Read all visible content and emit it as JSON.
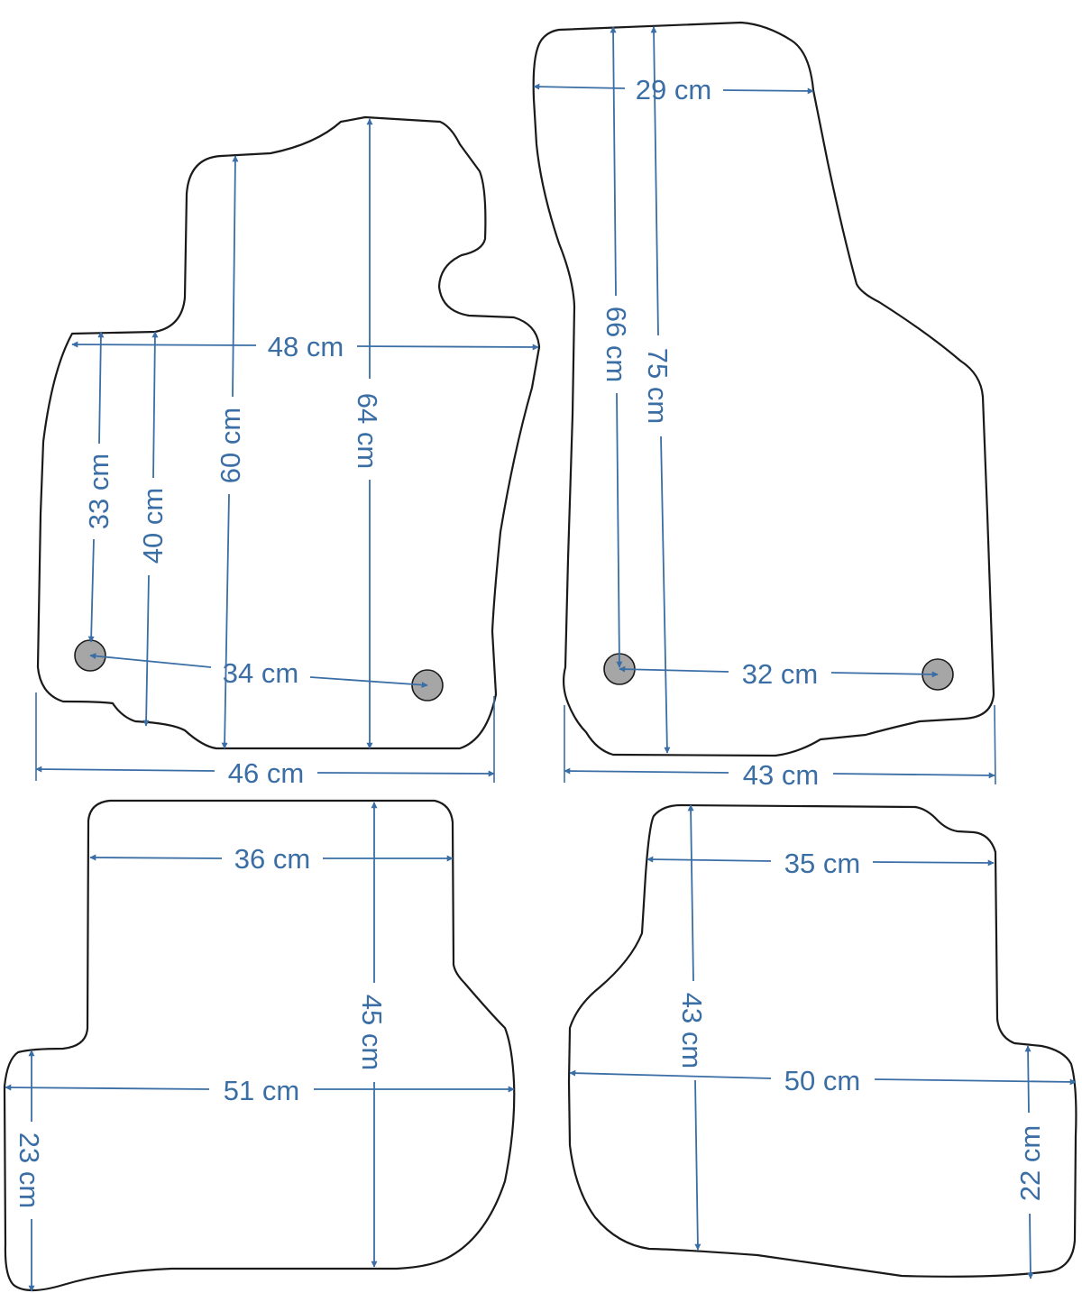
{
  "mats": {
    "front_left": {
      "width_top": "48 cm",
      "width_bottom": "46 cm",
      "hole_spacing": "34 cm",
      "h_33": "33 cm",
      "h_40": "40 cm",
      "h_60": "60 cm",
      "h_64": "64 cm"
    },
    "front_right": {
      "width_top": "29 cm",
      "width_bottom": "43 cm",
      "hole_spacing": "32 cm",
      "h_66": "66 cm",
      "h_75": "75 cm"
    },
    "rear_left": {
      "width_top": "36 cm",
      "width_mid": "51 cm",
      "height": "45 cm",
      "side_height": "23 cm"
    },
    "rear_right": {
      "width_top": "35 cm",
      "width_mid": "50 cm",
      "height": "43 cm",
      "side_height": "22 cm"
    }
  },
  "colors": {
    "dimension": "#3a6ea5",
    "outline": "#1a1a1a",
    "hole": "#a6a6a6"
  }
}
